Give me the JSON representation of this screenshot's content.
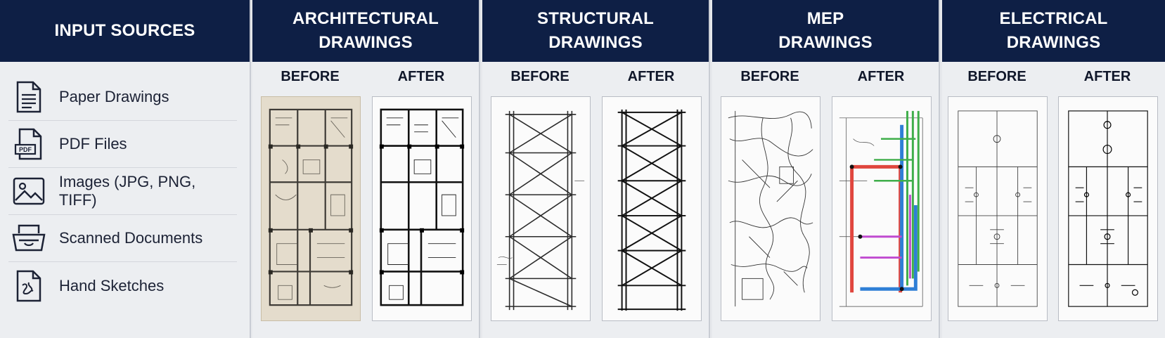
{
  "input_panel": {
    "title": "INPUT SOURCES",
    "items": [
      {
        "label": "Paper Drawings",
        "icon": "document-icon"
      },
      {
        "label": "PDF Files",
        "icon": "pdf-file-icon"
      },
      {
        "label": "Images (JPG, PNG, TIFF)",
        "icon": "image-icon"
      },
      {
        "label": "Scanned Documents",
        "icon": "scanner-icon"
      },
      {
        "label": "Hand Sketches",
        "icon": "sketch-file-icon"
      }
    ]
  },
  "panels": [
    {
      "title_line1": "ARCHITECTURAL",
      "title_line2": "DRAWINGS",
      "before": "BEFORE",
      "after": "AFTER"
    },
    {
      "title_line1": "STRUCTURAL",
      "title_line2": "DRAWINGS",
      "before": "BEFORE",
      "after": "AFTER"
    },
    {
      "title_line1": "MEP",
      "title_line2": "DRAWINGS",
      "before": "BEFORE",
      "after": "AFTER"
    },
    {
      "title_line1": "ELECTRICAL",
      "title_line2": "DRAWINGS",
      "before": "BEFORE",
      "after": "AFTER"
    }
  ],
  "colors": {
    "header_bg": "#0e1f45",
    "header_text": "#ffffff",
    "panel_bg": "#eceef1",
    "paper": "#e4dccc",
    "mep_red": "#e0463e",
    "mep_blue": "#2f7fd6",
    "mep_green": "#3fae4a",
    "mep_magenta": "#c04bd0"
  }
}
